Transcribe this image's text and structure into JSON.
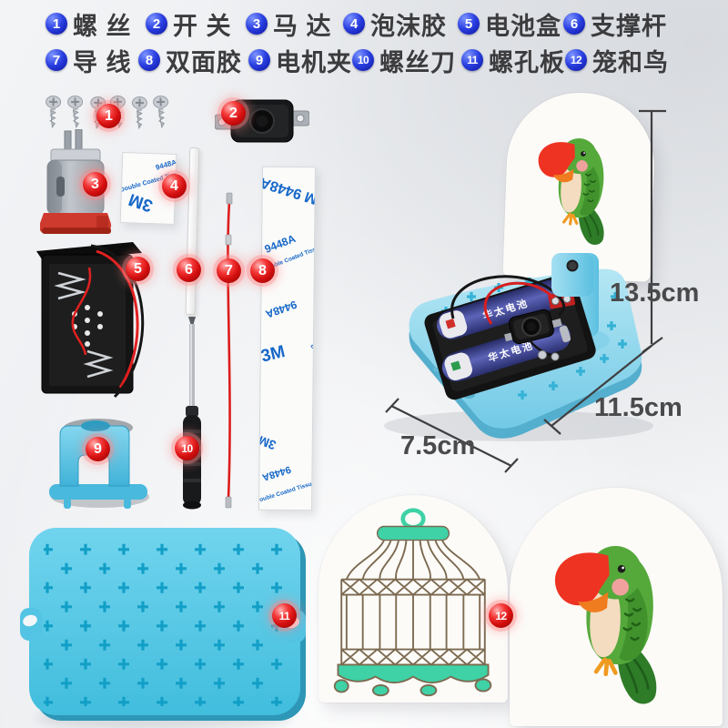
{
  "parts": {
    "items": [
      {
        "num": "1",
        "label": "螺 丝",
        "name": "screws"
      },
      {
        "num": "2",
        "label": "开 关",
        "name": "switch"
      },
      {
        "num": "3",
        "label": "马 达",
        "name": "motor"
      },
      {
        "num": "4",
        "label": "泡沫胶",
        "name": "foam-adhesive"
      },
      {
        "num": "5",
        "label": "电池盒",
        "name": "battery-box"
      },
      {
        "num": "6",
        "label": "支撑杆",
        "name": "support-rod"
      },
      {
        "num": "7",
        "label": "导 线",
        "name": "wire"
      },
      {
        "num": "8",
        "label": "双面胶",
        "name": "double-sided-tape"
      },
      {
        "num": "9",
        "label": "电机夹",
        "name": "motor-clamp"
      },
      {
        "num": "10",
        "label": "螺丝刀",
        "name": "screwdriver"
      },
      {
        "num": "11",
        "label": "螺孔板",
        "name": "screw-hole-board"
      },
      {
        "num": "12",
        "label": "笼和鸟",
        "name": "cage-and-bird"
      }
    ]
  },
  "measurements": {
    "height": "13.5cm",
    "width": "11.5cm",
    "depth": "7.5cm"
  },
  "tape": {
    "brand": "3M",
    "code": "9448A",
    "combo": "3M 9448A",
    "desc": "Double Coated Tissue Tape"
  },
  "battery": {
    "brand": "华太电池"
  },
  "colors": {
    "badge_blue": "#1b2bd0",
    "badge_red": "#d40f0f",
    "board_blue": "#4fc6e6",
    "hole_blue": "#129fc7",
    "tape_blue": "#1668c8",
    "cage_teal": "#3ed2a6",
    "cage_line": "#7c6a50",
    "bird_green": "#55a93b",
    "beak_red": "#ee3322",
    "beak_orange": "#ef7c1e",
    "measure_text": "#4a4a4c"
  }
}
